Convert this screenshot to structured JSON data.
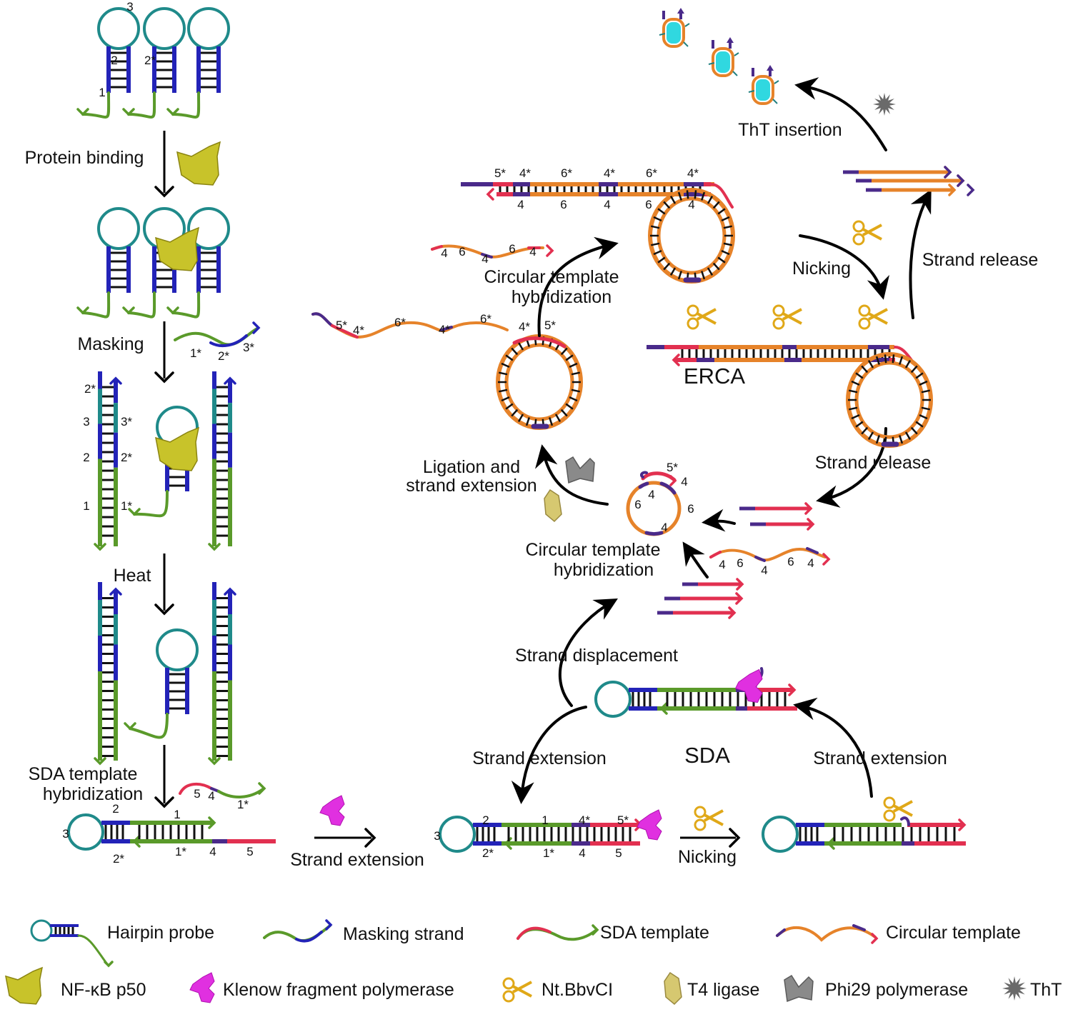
{
  "colors": {
    "loop": "#1f8a8a",
    "stem": "#2323b8",
    "green": "#5a9a2a",
    "red": "#e23050",
    "purple": "#4a2a8a",
    "orange": "#e6832a",
    "protein": "#c8c32a",
    "klenow": "#e030e0",
    "scissors": "#e0a818",
    "ligase": "#d6c870",
    "phi29": "#8a8a8a",
    "tht": "#6a6a6a",
    "gq": "#30d8e0",
    "arrow": "#000000"
  },
  "left_panel": {
    "steps": {
      "protein_binding": "Protein binding",
      "masking": "Masking",
      "heat": "Heat",
      "sda_hyb_line1": "SDA template",
      "sda_hyb_line2": "hybridization"
    },
    "hairpin_labels": {
      "loop": "3",
      "stem_left": "2",
      "stem_right": "2*",
      "tail": "1"
    },
    "masking_strand_labels": [
      "1*",
      "2*",
      "3*"
    ],
    "duplex_left_labels": [
      "2*",
      "3",
      "2",
      "1"
    ],
    "duplex_right_labels": [
      "3*",
      "2*",
      "1*"
    ],
    "sda_template_labels": [
      "5",
      "4",
      "1*"
    ],
    "bottom_complex": {
      "loop": "3",
      "top": [
        "2",
        "1"
      ],
      "bottom": [
        "2*",
        "1*",
        "4",
        "5"
      ]
    }
  },
  "sda": {
    "title": "SDA",
    "strand_extension_1": "Strand extension",
    "extended_top": [
      "2",
      "1",
      "4*",
      "5*"
    ],
    "extended_bottom": [
      "2*",
      "1*",
      "4",
      "5"
    ],
    "loop": "3",
    "nicking": "Nicking",
    "strand_extension_2": "Strand extension",
    "strand_extension_3": "Strand extension",
    "strand_displacement": "Strand displacement"
  },
  "erca": {
    "title": "ERCA",
    "circ_hyb_1_line1": "Circular template",
    "circ_hyb_1_line2": "hybridization",
    "circ_hyb_2_line1": "Circular template",
    "circ_hyb_2_line2": "hybridization",
    "ligation_line1": "Ligation and",
    "ligation_line2": "strand extension",
    "nicking": "Nicking",
    "strand_release_1": "Strand release",
    "strand_release_2": "Strand release",
    "tht_insertion": "ThT insertion",
    "circle_labels": [
      "5*",
      "4",
      "4",
      "6",
      "6",
      "4"
    ],
    "circ_template_labels": [
      "4",
      "6",
      "4",
      "6",
      "4"
    ],
    "product_labels": [
      "5*",
      "4*",
      "6*",
      "4*",
      "6*",
      "4*",
      "5*"
    ],
    "long_top_labels": [
      "5*",
      "4*",
      "6*",
      "4*",
      "6*",
      "4*"
    ],
    "long_bottom_labels": [
      "4",
      "6",
      "4",
      "6",
      "4"
    ]
  },
  "legend": [
    {
      "icon": "hairpin-probe-icon",
      "label": "Hairpin probe"
    },
    {
      "icon": "masking-strand-icon",
      "label": "Masking strand"
    },
    {
      "icon": "sda-template-icon",
      "label": "SDA  template"
    },
    {
      "icon": "circular-template-icon",
      "label": "Circular template"
    },
    {
      "icon": "nfkb-protein-icon",
      "label": "NF-κB p50"
    },
    {
      "icon": "klenow-icon",
      "label": "Klenow fragment polymerase"
    },
    {
      "icon": "scissors-icon",
      "label": "Nt.BbvCI"
    },
    {
      "icon": "t4-ligase-icon",
      "label": "T4 ligase"
    },
    {
      "icon": "phi29-icon",
      "label": "Phi29 polymerase"
    },
    {
      "icon": "tht-icon",
      "label": "ThT"
    }
  ]
}
